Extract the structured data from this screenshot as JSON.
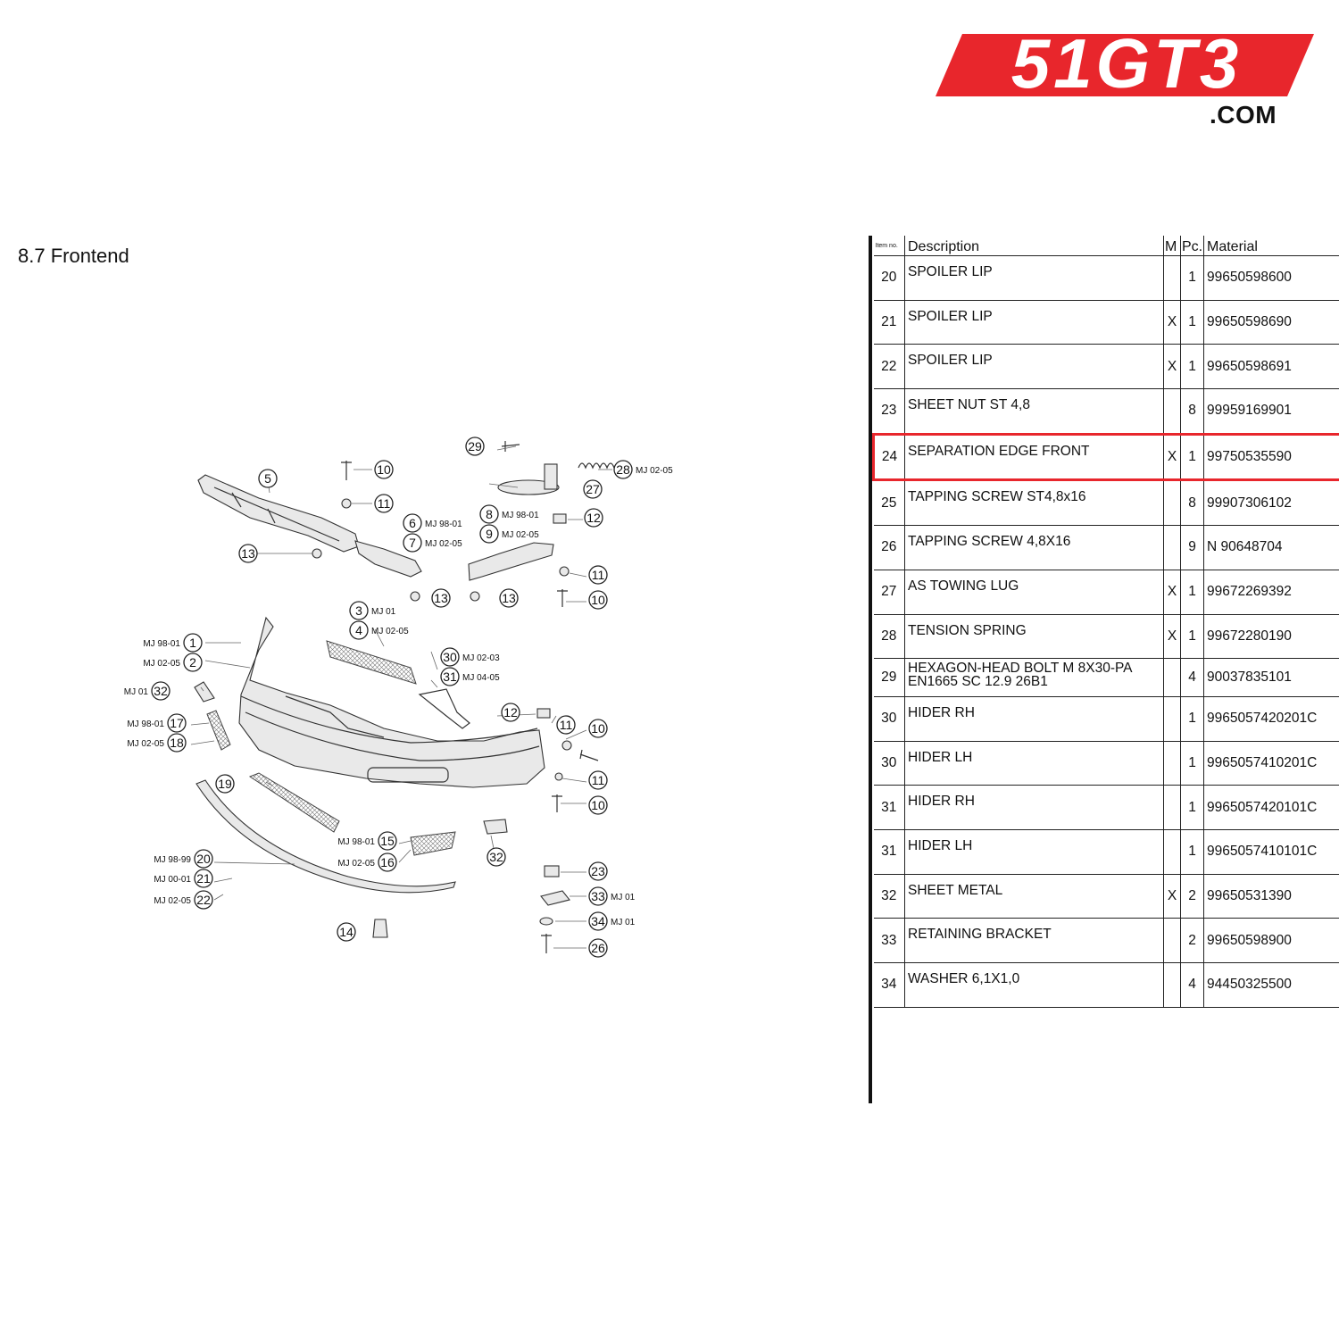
{
  "brand": {
    "logo_text": "51GT3",
    "domain": ".COM",
    "color": "#e8262c"
  },
  "section": {
    "title": "8.7  Frontend"
  },
  "diagram": {
    "callouts": [
      {
        "num": "1",
        "tag": "MJ 98-01"
      },
      {
        "num": "2",
        "tag": "MJ 02-05"
      },
      {
        "num": "3",
        "tag": "MJ 01"
      },
      {
        "num": "4",
        "tag": "MJ 02-05"
      },
      {
        "num": "5",
        "tag": ""
      },
      {
        "num": "6",
        "tag": "MJ 98-01"
      },
      {
        "num": "7",
        "tag": "MJ 02-05"
      },
      {
        "num": "8",
        "tag": "MJ 98-01"
      },
      {
        "num": "9",
        "tag": "MJ 02-05"
      },
      {
        "num": "10",
        "tag": ""
      },
      {
        "num": "11",
        "tag": ""
      },
      {
        "num": "12",
        "tag": ""
      },
      {
        "num": "13",
        "tag": ""
      },
      {
        "num": "14",
        "tag": ""
      },
      {
        "num": "15",
        "tag": "MJ 98-01"
      },
      {
        "num": "16",
        "tag": "MJ 02-05"
      },
      {
        "num": "17",
        "tag": "MJ 98-01"
      },
      {
        "num": "18",
        "tag": "MJ 02-05"
      },
      {
        "num": "19",
        "tag": ""
      },
      {
        "num": "20",
        "tag": "MJ 98-99"
      },
      {
        "num": "21",
        "tag": "MJ 00-01"
      },
      {
        "num": "22",
        "tag": "MJ 02-05"
      },
      {
        "num": "23",
        "tag": ""
      },
      {
        "num": "26",
        "tag": ""
      },
      {
        "num": "27",
        "tag": ""
      },
      {
        "num": "28",
        "tag": "MJ 02-05"
      },
      {
        "num": "29",
        "tag": ""
      },
      {
        "num": "30",
        "tag": "MJ 02-03"
      },
      {
        "num": "31",
        "tag": "MJ 04-05"
      },
      {
        "num": "32",
        "tag": "MJ 01"
      },
      {
        "num": "33",
        "tag": "MJ 01"
      },
      {
        "num": "34",
        "tag": "MJ 01"
      }
    ]
  },
  "table": {
    "headers": {
      "item": "Item no.",
      "description": "Description",
      "m": "M",
      "pc": "Pc.",
      "material": "Material"
    },
    "highlighted_item": "24",
    "rows": [
      {
        "item": "20",
        "description": "SPOILER LIP",
        "m": "",
        "pc": "1",
        "material": "99650598600"
      },
      {
        "item": "21",
        "description": "SPOILER LIP",
        "m": "X",
        "pc": "1",
        "material": "99650598690"
      },
      {
        "item": "22",
        "description": "SPOILER LIP",
        "m": "X",
        "pc": "1",
        "material": "99650598691"
      },
      {
        "item": "23",
        "description": "SHEET NUT ST 4,8",
        "m": "",
        "pc": "8",
        "material": "99959169901"
      },
      {
        "item": "24",
        "description": "SEPARATION EDGE FRONT",
        "m": "X",
        "pc": "1",
        "material": "99750535590"
      },
      {
        "item": "25",
        "description": "TAPPING SCREW ST4,8x16",
        "m": "",
        "pc": "8",
        "material": "99907306102"
      },
      {
        "item": "26",
        "description": "TAPPING SCREW 4,8X16",
        "m": "",
        "pc": "9",
        "material": "N 90648704"
      },
      {
        "item": "27",
        "description": "AS TOWING LUG",
        "m": "X",
        "pc": "1",
        "material": "99672269392"
      },
      {
        "item": "28",
        "description": "TENSION SPRING",
        "m": "X",
        "pc": "1",
        "material": "99672280190"
      },
      {
        "item": "29",
        "description": "HEXAGON-HEAD BOLT M 8X30-PA EN1665 SC 12.9 26B1",
        "m": "",
        "pc": "4",
        "material": "90037835101"
      },
      {
        "item": "30",
        "description": "HIDER RH",
        "m": "",
        "pc": "1",
        "material": "9965057420201C"
      },
      {
        "item": "30",
        "description": "HIDER LH",
        "m": "",
        "pc": "1",
        "material": "9965057410201C"
      },
      {
        "item": "31",
        "description": "HIDER RH",
        "m": "",
        "pc": "1",
        "material": "9965057420101C"
      },
      {
        "item": "31",
        "description": "HIDER LH",
        "m": "",
        "pc": "1",
        "material": "9965057410101C"
      },
      {
        "item": "32",
        "description": "SHEET METAL",
        "m": "X",
        "pc": "2",
        "material": "99650531390"
      },
      {
        "item": "33",
        "description": "RETAINING BRACKET",
        "m": "",
        "pc": "2",
        "material": "99650598900"
      },
      {
        "item": "34",
        "description": "WASHER 6,1X1,0",
        "m": "",
        "pc": "4",
        "material": "94450325500"
      }
    ]
  }
}
